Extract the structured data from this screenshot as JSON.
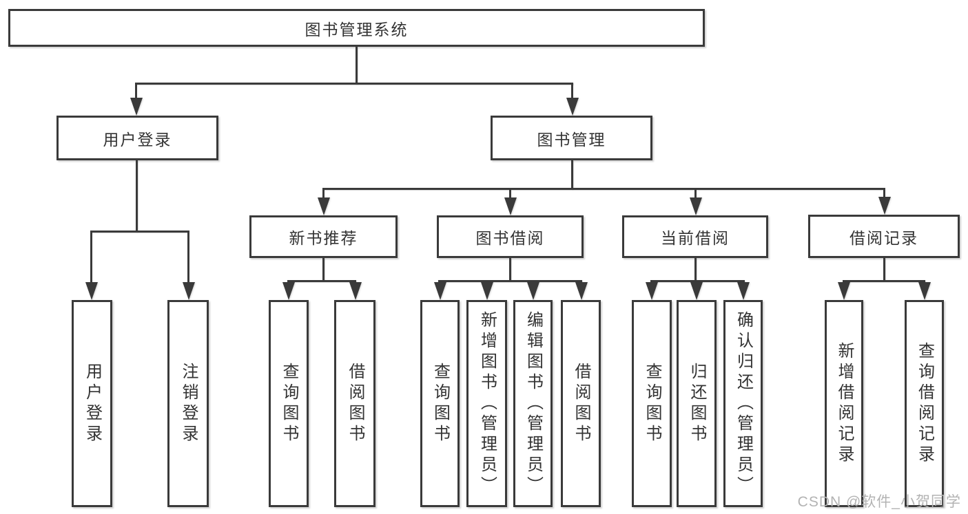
{
  "root": {
    "label": "图书管理系统"
  },
  "level2": [
    {
      "label": "用户登录"
    },
    {
      "label": "图书管理"
    }
  ],
  "level3": [
    {
      "label": "新书推荐",
      "parent": "图书管理"
    },
    {
      "label": "图书借阅",
      "parent": "图书管理"
    },
    {
      "label": "当前借阅",
      "parent": "图书管理"
    },
    {
      "label": "借阅记录",
      "parent": "图书管理"
    }
  ],
  "leaves": [
    {
      "label": "用户登录",
      "parent": "用户登录"
    },
    {
      "label": "注销登录",
      "parent": "用户登录"
    },
    {
      "label": "查询图书",
      "parent": "新书推荐"
    },
    {
      "label": "借阅图书",
      "parent": "新书推荐"
    },
    {
      "label": "查询图书",
      "parent": "图书借阅"
    },
    {
      "label": "新增图书（管理员）",
      "parent": "图书借阅"
    },
    {
      "label": "编辑图书（管理员）",
      "parent": "图书借阅"
    },
    {
      "label": "借阅图书",
      "parent": "图书借阅"
    },
    {
      "label": "查询图书",
      "parent": "当前借阅"
    },
    {
      "label": "归还图书",
      "parent": "当前借阅"
    },
    {
      "label": "确认归还（管理员）",
      "parent": "当前借阅"
    },
    {
      "label": "新增借阅记录",
      "parent": "借阅记录"
    },
    {
      "label": "查询借阅记录",
      "parent": "借阅记录"
    }
  ],
  "watermark": "CSDN @软件_小贺同学",
  "colors": {
    "line": "#3a3a3a",
    "text": "#333333",
    "watermark": "#b3b3b3",
    "background": "#ffffff"
  }
}
